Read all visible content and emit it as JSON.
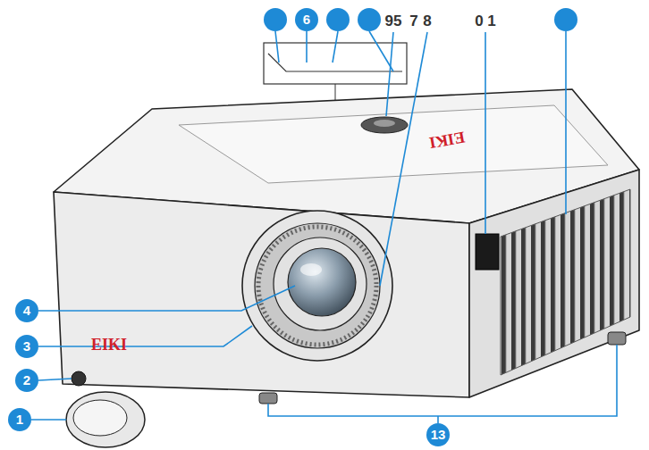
{
  "diagram": {
    "labels": [
      "6",
      "95",
      "7",
      "8",
      "0",
      "1",
      "4",
      "3",
      "2",
      "1",
      "13",
      "EIKI",
      "EIKI"
    ]
  }
}
